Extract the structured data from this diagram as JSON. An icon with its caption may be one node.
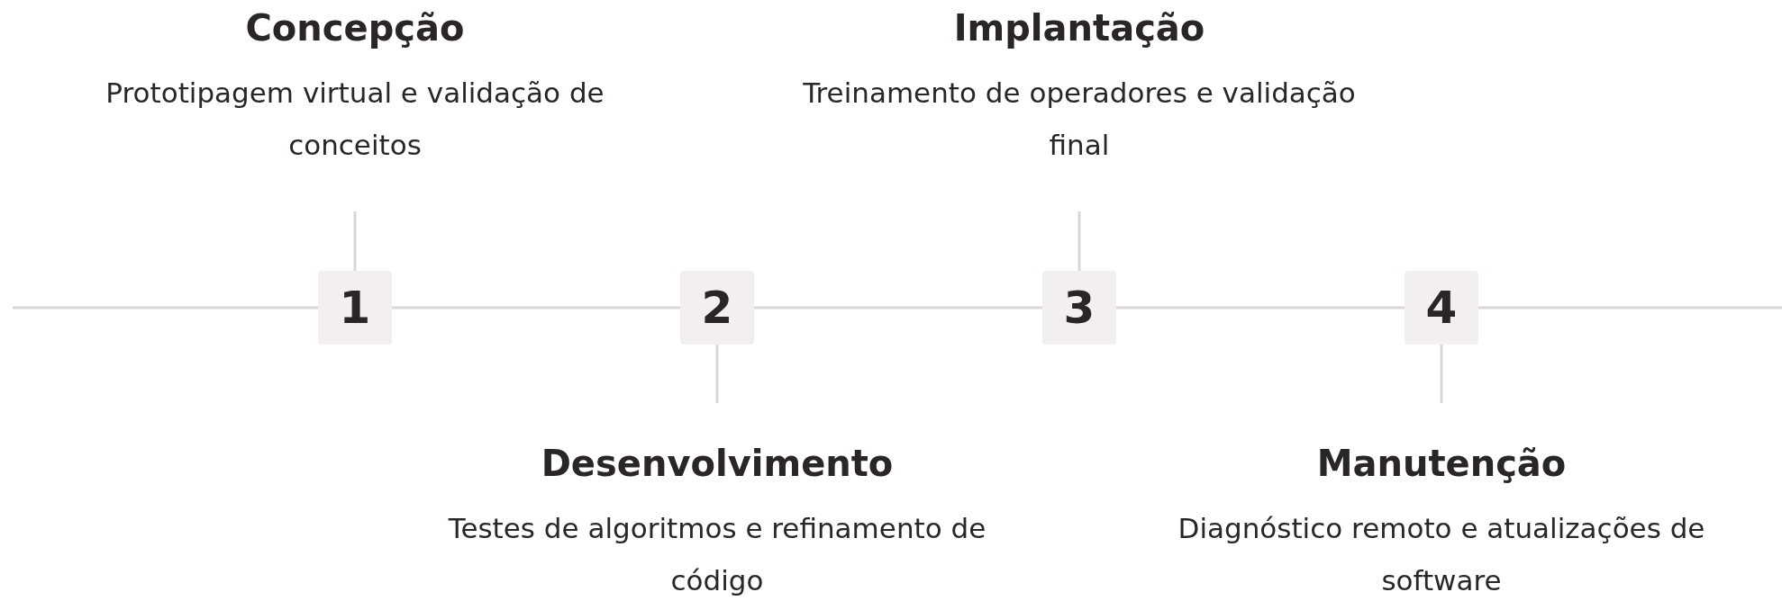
{
  "diagram": {
    "nodes": [
      {
        "text": [
          "Concepção",
          "Prototipagem virtual e validação de conceitos"
        ]
      },
      {
        "text": [
          "Implantação",
          "Treinamento de operadores e validação final"
        ]
      },
      {
        "text": [
          "1"
        ]
      },
      {
        "text": [
          "2"
        ]
      },
      {
        "text": [
          "3"
        ]
      },
      {
        "text": [
          "4"
        ]
      },
      {
        "text": [
          "Desenvolvimento",
          "Testes de algoritmos e refinamento de código"
        ]
      },
      {
        "text": [
          "Manutenção",
          "Diagnóstico remoto e atualizações de software"
        ]
      }
    ],
    "edges": [
      {
        "from": null,
        "to": 2,
        "arrow": "none"
      },
      {
        "from": 2,
        "to": 3,
        "arrow": "none"
      },
      {
        "from": 3,
        "to": 4,
        "arrow": "none"
      },
      {
        "from": 4,
        "to": 5,
        "arrow": "none"
      },
      {
        "from": 5,
        "to": null,
        "arrow": "none"
      },
      {
        "from": 2,
        "to": 0,
        "arrow": "none"
      },
      {
        "from": 4,
        "to": 1,
        "arrow": "none"
      },
      {
        "from": 3,
        "to": 6,
        "arrow": "none"
      },
      {
        "from": 5,
        "to": 7,
        "arrow": "none"
      }
    ]
  }
}
